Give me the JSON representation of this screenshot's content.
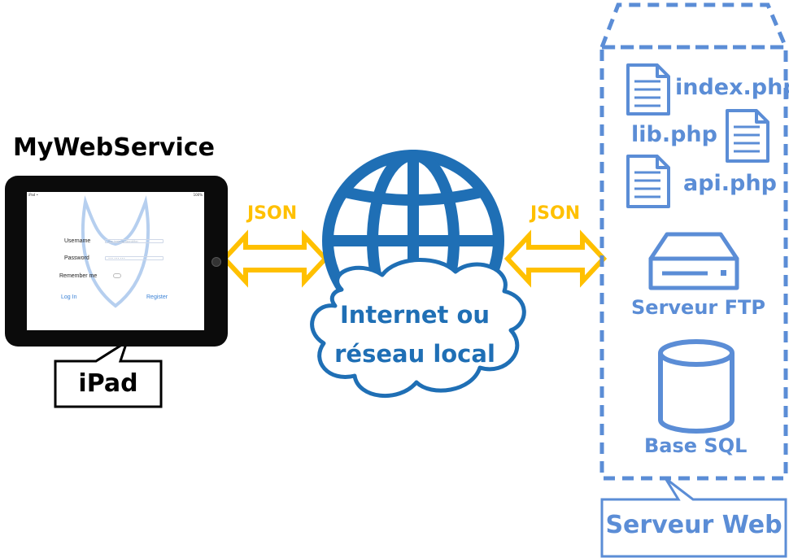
{
  "app_title": "MyWebService",
  "ipad": {
    "callout": "iPad",
    "screen": {
      "status_left": "iPad •",
      "status_right": "100%",
      "username_label": "Username",
      "username_placeholder": "the login or identifier",
      "password_label": "Password",
      "password_placeholder": "••• ••• •••",
      "remember_label": "Remember me",
      "login_button": "Log In",
      "register_button": "Register"
    }
  },
  "connections": {
    "left_label": "JSON",
    "right_label": "JSON"
  },
  "network": {
    "line1": "Internet ou",
    "line2": "réseau local"
  },
  "server": {
    "callout": "Serveur Web",
    "files": [
      "index.php",
      "lib.php",
      "api.php"
    ],
    "ftp_label": "Serveur FTP",
    "db_label": "Base SQL"
  },
  "colors": {
    "json_arrow": "#ffc000",
    "globe": "#1f6fb5",
    "server": "#5b8dd6"
  }
}
